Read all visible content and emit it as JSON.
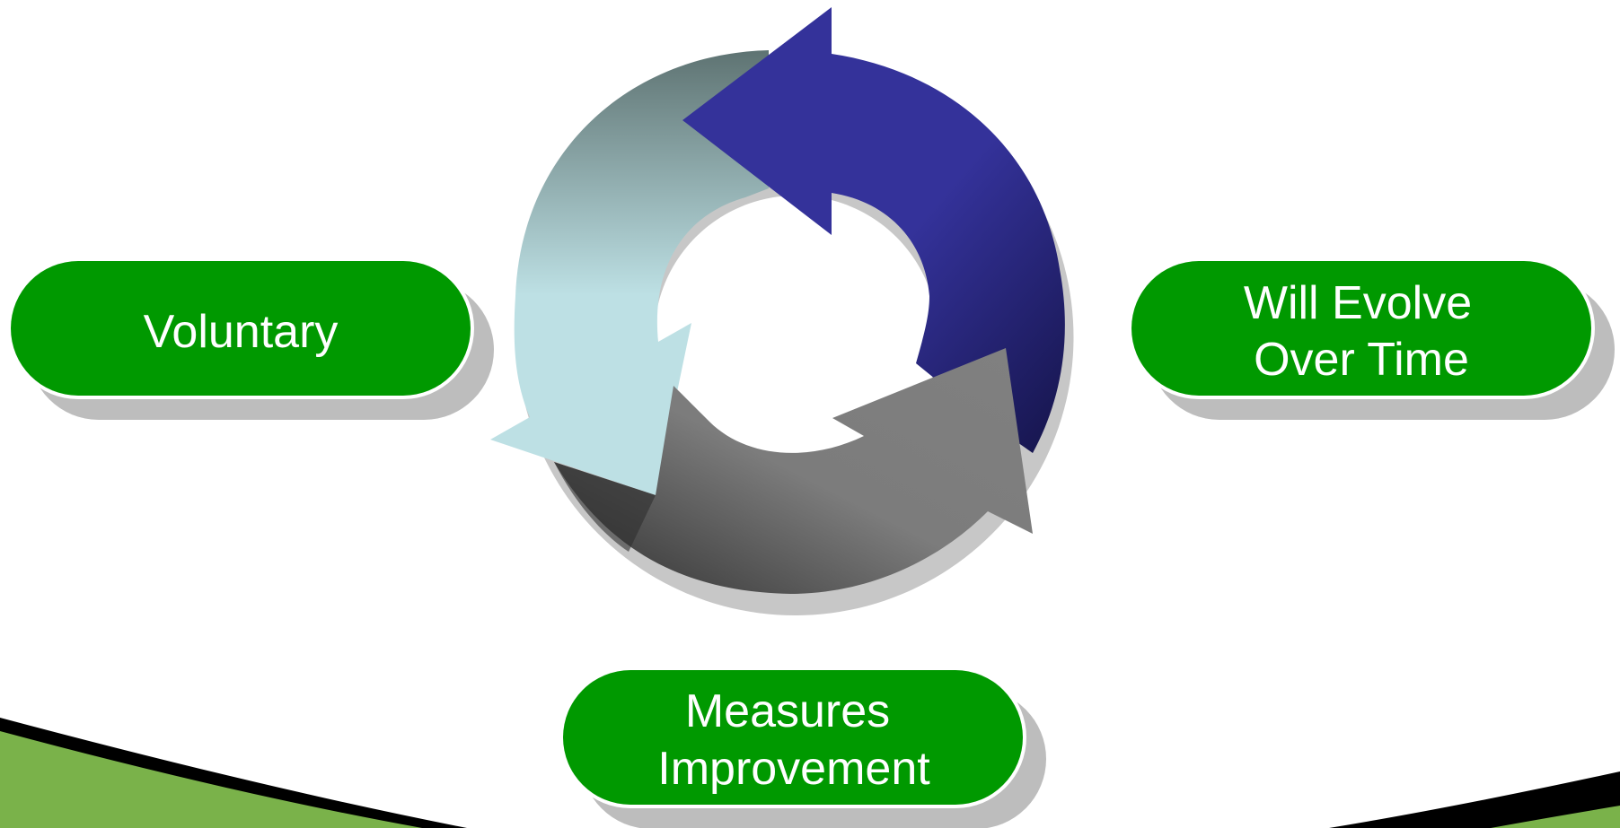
{
  "pills": {
    "left": {
      "lines": [
        "Voluntary"
      ]
    },
    "right": {
      "lines": [
        "Will Evolve",
        "Over Time"
      ]
    },
    "bottom": {
      "lines": [
        "Measures",
        "Improvement"
      ]
    }
  },
  "colors": {
    "pill_green": "#009900",
    "pill_shadow": "#bdbdbd",
    "arrow_navy": "#34329a",
    "arrow_navy_dark": "#15144a",
    "arrow_lightblue": "#bde0e4",
    "arrow_slate": "#5e7372",
    "arrow_gray": "#808080",
    "arrow_dark_gray": "#333333",
    "footer_green": "#7ab24a",
    "footer_black": "#000000"
  },
  "icons": [
    "cycle-arrow-diagram"
  ]
}
